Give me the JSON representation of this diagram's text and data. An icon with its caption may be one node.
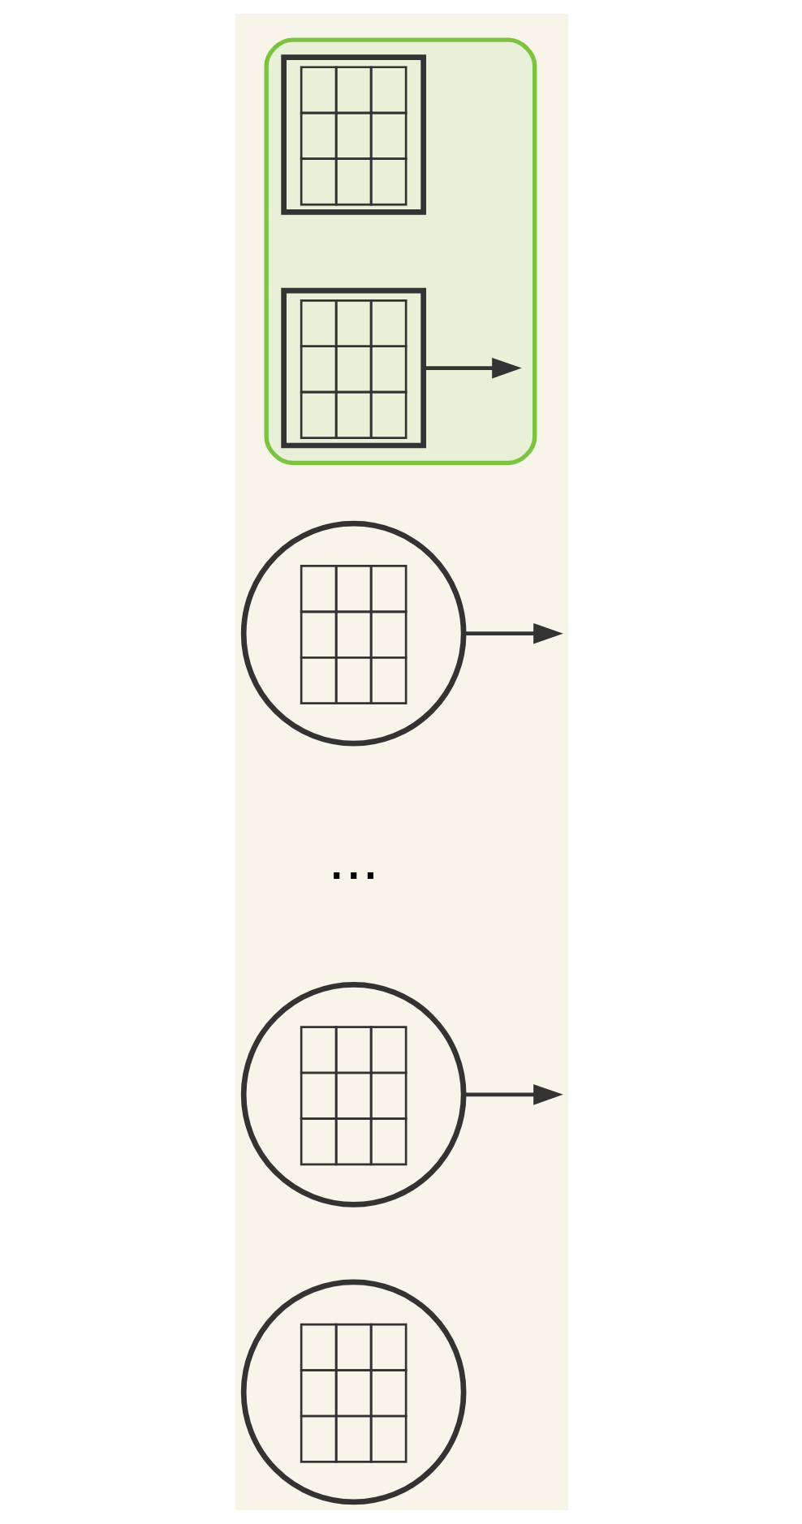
{
  "diagram": {
    "nodes": [
      {
        "text": [],
        "shape": "cloud"
      },
      {
        "text": [],
        "shape": "picture",
        "in": 0
      },
      {
        "text": [],
        "shape": "picture",
        "in": 0
      },
      {
        "text": [],
        "shape": "circle"
      },
      {
        "text": [],
        "shape": "circle"
      },
      {
        "text": [],
        "shape": "circle"
      }
    ],
    "edges": [
      {
        "from": 2,
        "to": null,
        "arrow": "to"
      },
      {
        "from": 3,
        "to": null,
        "arrow": "to"
      },
      {
        "from": 4,
        "to": null,
        "arrow": "to"
      }
    ],
    "labels": [
      "..."
    ]
  }
}
